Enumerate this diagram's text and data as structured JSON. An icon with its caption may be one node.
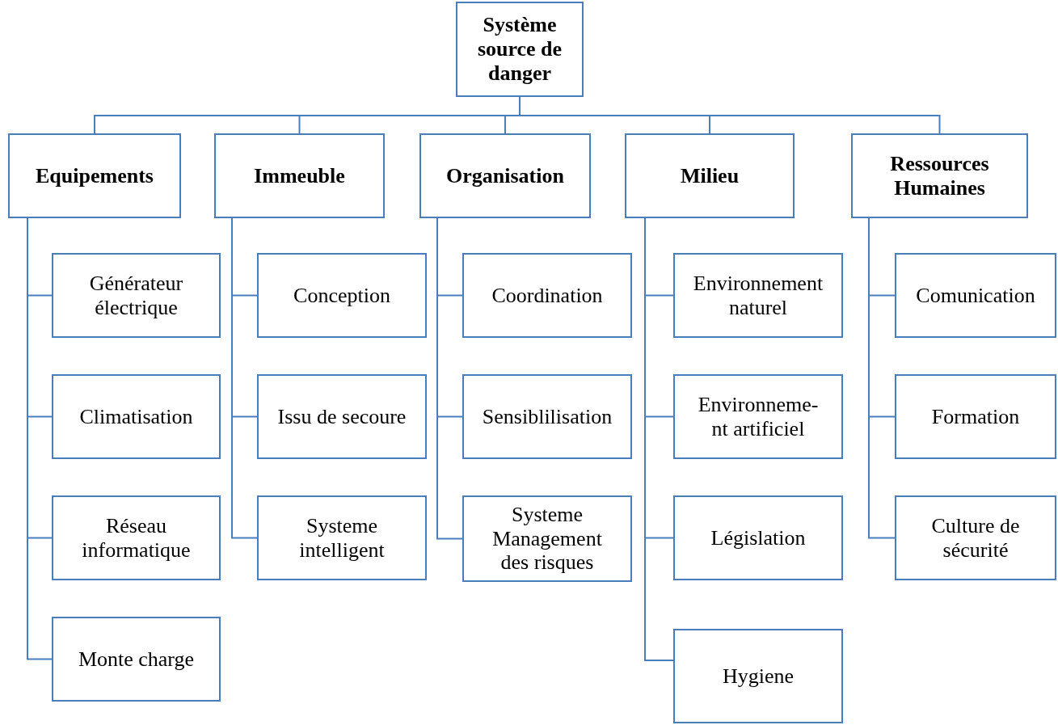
{
  "diagram": {
    "nodes": [
      {
        "text": [
          "Système source de danger"
        ]
      },
      {
        "text": [
          "Equipements"
        ]
      },
      {
        "text": [
          "Immeuble"
        ]
      },
      {
        "text": [
          "Organisation"
        ]
      },
      {
        "text": [
          "Milieu"
        ]
      },
      {
        "text": [
          "Ressources Humaines"
        ]
      },
      {
        "text": [
          "Générateur électrique"
        ]
      },
      {
        "text": [
          "Climatisation"
        ]
      },
      {
        "text": [
          "Réseau informatique"
        ]
      },
      {
        "text": [
          "Monte charge"
        ]
      },
      {
        "text": [
          "Conception"
        ]
      },
      {
        "text": [
          "Issu de secoure"
        ]
      },
      {
        "text": [
          "Systeme intelligent"
        ]
      },
      {
        "text": [
          "Coordination"
        ]
      },
      {
        "text": [
          "Sensiblilisation"
        ]
      },
      {
        "text": [
          "Systeme Management des risques"
        ]
      },
      {
        "text": [
          "Environnement naturel"
        ]
      },
      {
        "text": [
          "Environneme- nt artificiel"
        ]
      },
      {
        "text": [
          "Législation"
        ]
      },
      {
        "text": [
          "Hygiene"
        ]
      },
      {
        "text": [
          "Comunication"
        ]
      },
      {
        "text": [
          "Formation"
        ]
      },
      {
        "text": [
          "Culture de sécurité"
        ]
      }
    ],
    "edges": [
      {
        "from": 0,
        "to": 1,
        "arrow": "none"
      },
      {
        "from": 0,
        "to": 2,
        "arrow": "none"
      },
      {
        "from": 0,
        "to": 3,
        "arrow": "none"
      },
      {
        "from": 0,
        "to": 4,
        "arrow": "none"
      },
      {
        "from": 0,
        "to": 5,
        "arrow": "none"
      },
      {
        "from": 1,
        "to": 6,
        "arrow": "none"
      },
      {
        "from": 1,
        "to": 7,
        "arrow": "none"
      },
      {
        "from": 1,
        "to": 8,
        "arrow": "none"
      },
      {
        "from": 1,
        "to": 9,
        "arrow": "none"
      },
      {
        "from": 2,
        "to": 10,
        "arrow": "none"
      },
      {
        "from": 2,
        "to": 11,
        "arrow": "none"
      },
      {
        "from": 2,
        "to": 12,
        "arrow": "none"
      },
      {
        "from": 3,
        "to": 13,
        "arrow": "none"
      },
      {
        "from": 3,
        "to": 14,
        "arrow": "none"
      },
      {
        "from": 3,
        "to": 15,
        "arrow": "none"
      },
      {
        "from": 4,
        "to": 16,
        "arrow": "none"
      },
      {
        "from": 4,
        "to": 17,
        "arrow": "none"
      },
      {
        "from": 4,
        "to": 18,
        "arrow": "none"
      },
      {
        "from": 4,
        "to": 19,
        "arrow": "none"
      },
      {
        "from": 5,
        "to": 20,
        "arrow": "none"
      },
      {
        "from": 5,
        "to": 21,
        "arrow": "none"
      },
      {
        "from": 5,
        "to": 22,
        "arrow": "none"
      }
    ]
  }
}
